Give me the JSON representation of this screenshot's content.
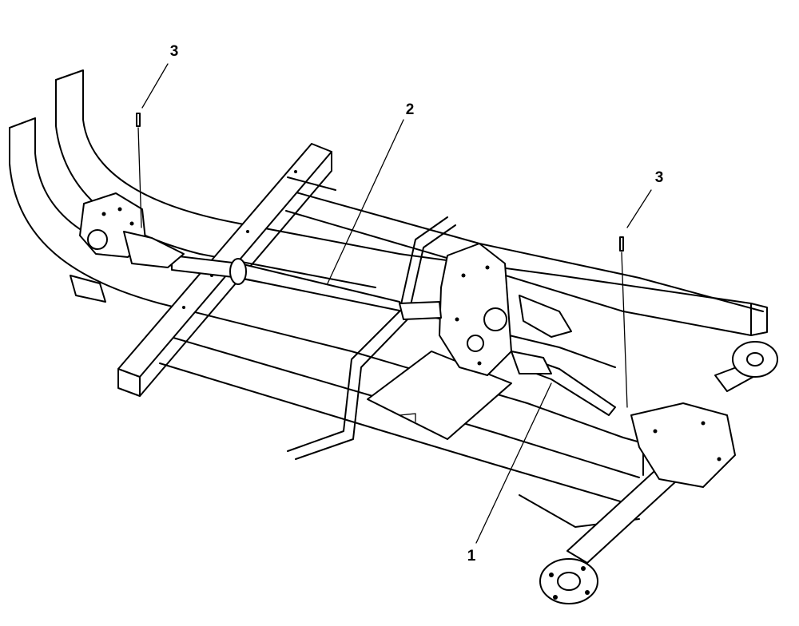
{
  "callouts": [
    {
      "id": "1",
      "label": "1"
    },
    {
      "id": "2",
      "label": "2"
    },
    {
      "id": "3a",
      "label": "3"
    },
    {
      "id": "3b",
      "label": "3"
    }
  ]
}
